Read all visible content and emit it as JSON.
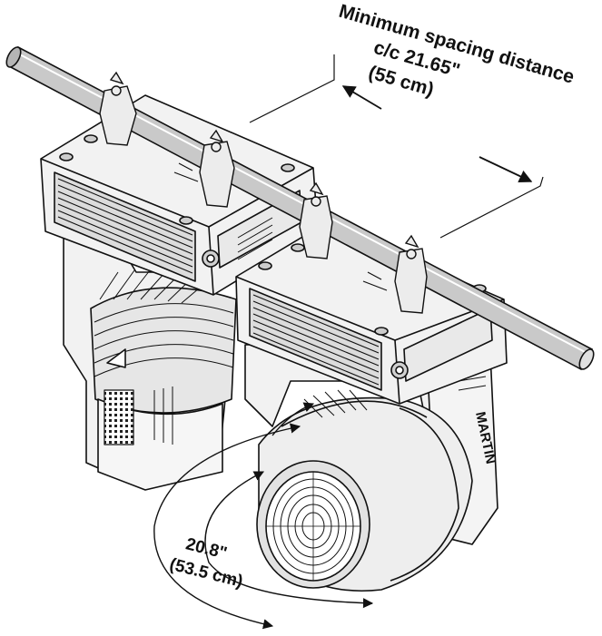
{
  "annotations": {
    "spacing": {
      "line1": "Minimum spacing distance",
      "line2": "c/c 21.65\"",
      "line3": "(55 cm)"
    },
    "swing": {
      "line1": "20.8\"",
      "line2": "(53.5 cm)"
    },
    "brand": "MARTIN"
  },
  "colors": {
    "pipe": "#c9c9c9",
    "body": "#f2f2f2",
    "panel": "#dcdcdc",
    "shadow": "#8a8a8a",
    "outline": "#111111"
  }
}
